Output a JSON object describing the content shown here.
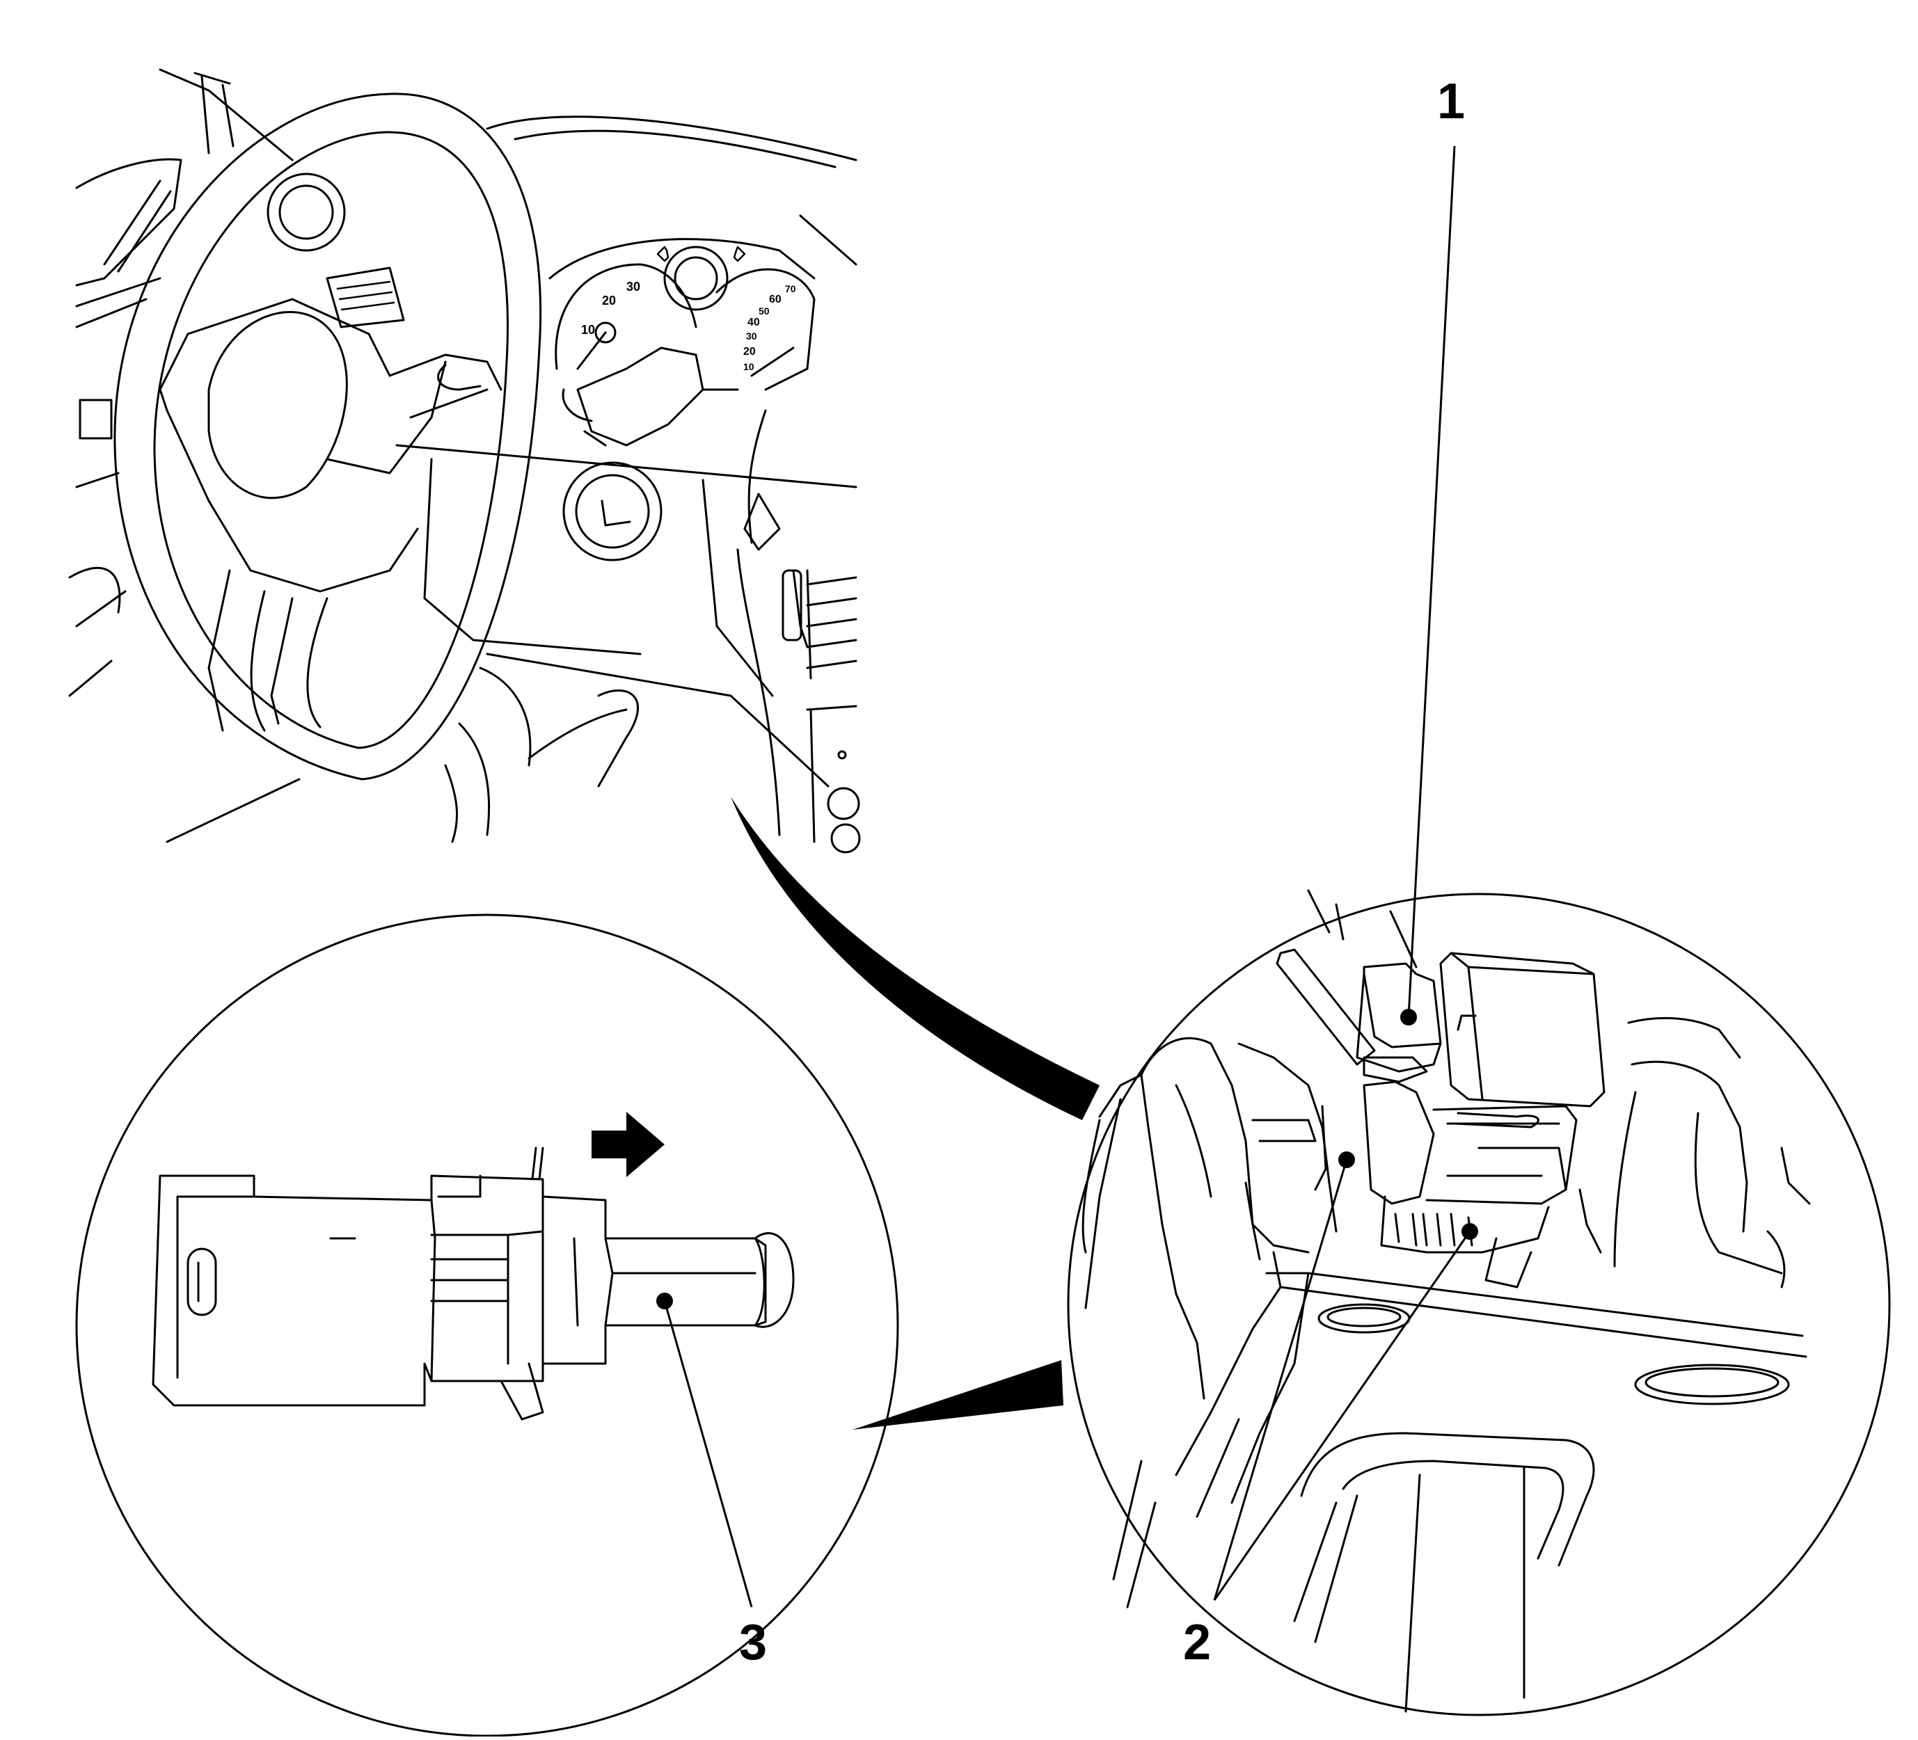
{
  "callouts": [
    {
      "id": "callout-1",
      "label": "1"
    },
    {
      "id": "callout-2",
      "label": "2"
    },
    {
      "id": "callout-3",
      "label": "3"
    }
  ],
  "gauges": {
    "left_ticks": [
      "10",
      "20",
      "30"
    ],
    "right_ticks": [
      "10",
      "20",
      "30",
      "40",
      "50",
      "60",
      "70"
    ]
  },
  "icons": {
    "direction_arrow": "right-arrow-icon",
    "turn_signals": [
      "turn-left-icon",
      "turn-right-icon"
    ]
  },
  "colors": {
    "line": "#000000",
    "background": "#ffffff"
  }
}
